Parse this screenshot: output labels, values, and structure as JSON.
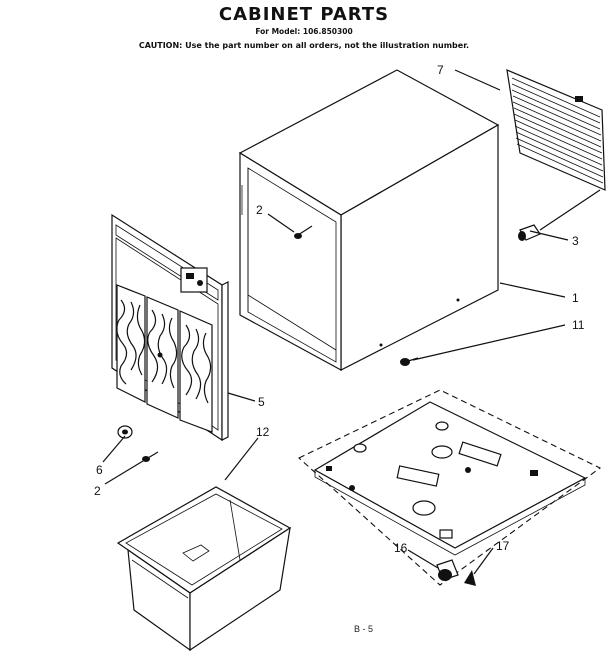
{
  "header": {
    "title": "CABINET PARTS",
    "model": "For Model: 106.850300",
    "caution": "CAUTION: Use the part number on all orders, not the illustration number."
  },
  "callouts": {
    "c1": "1",
    "c2a": "2",
    "c2b": "2",
    "c3": "3",
    "c5": "5",
    "c6": "6",
    "c7": "7",
    "c11": "11",
    "c12": "12",
    "c16": "16",
    "c17": "17"
  },
  "footer": {
    "page_ref": "B - 5"
  }
}
